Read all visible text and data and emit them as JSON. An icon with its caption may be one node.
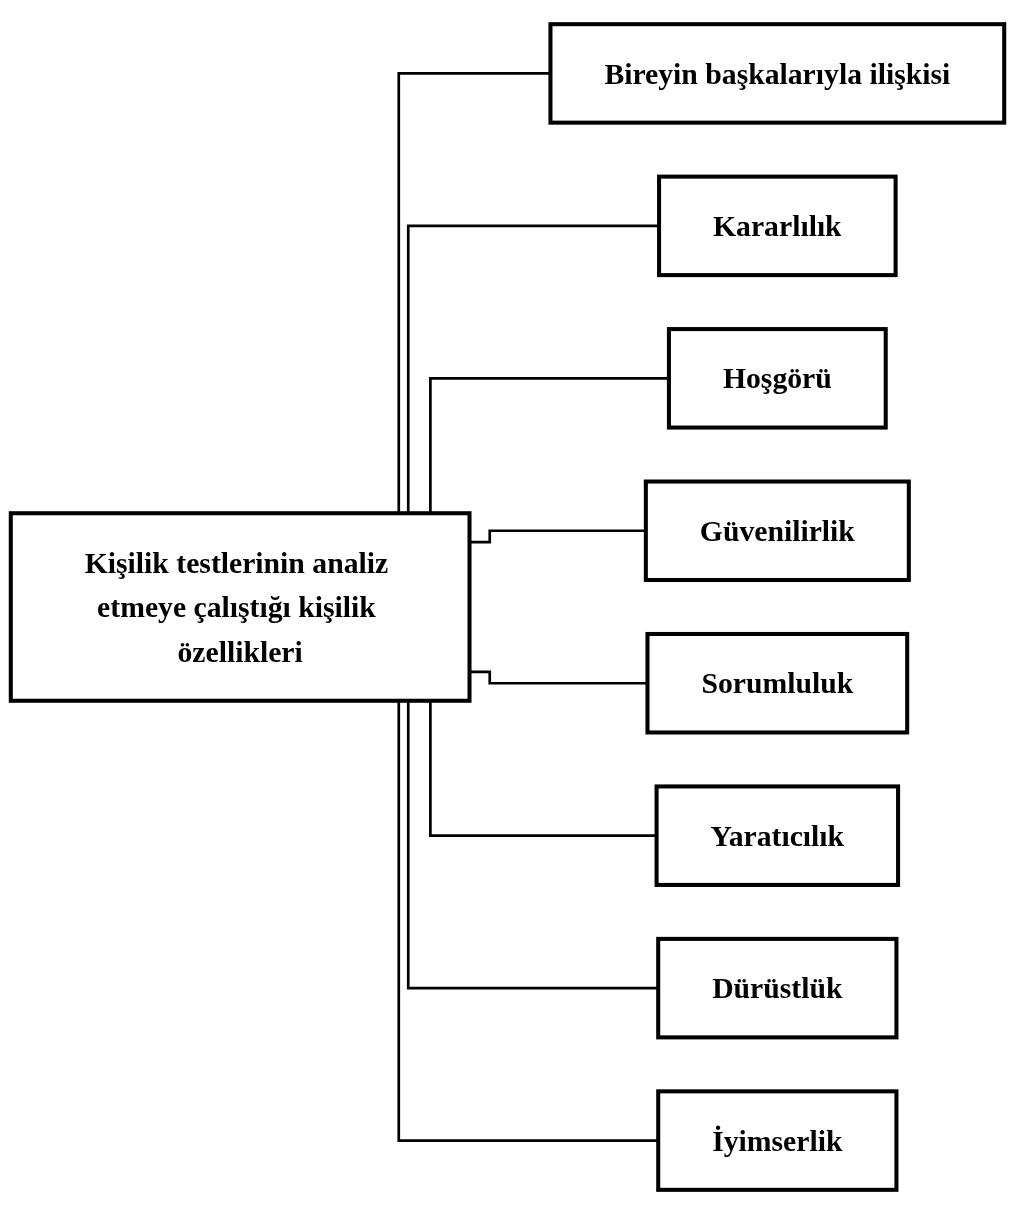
{
  "diagram": {
    "nodes": [
      {
        "text": [
          "Kişilik testlerinin analiz etmeye çalıştığı kişilik özellikleri"
        ]
      },
      {
        "text": [
          "Bireyin başkalarıyla ilişkisi"
        ]
      },
      {
        "text": [
          "Kararlılık"
        ]
      },
      {
        "text": [
          "Hoşgörü"
        ]
      },
      {
        "text": [
          "Güvenilirlik"
        ]
      },
      {
        "text": [
          "Sorumluluk"
        ]
      },
      {
        "text": [
          "Yaratıcılık"
        ]
      },
      {
        "text": [
          "Dürüstlük"
        ]
      },
      {
        "text": [
          "İyimserlik"
        ]
      }
    ],
    "edges": [
      {
        "from": 0,
        "to": 1,
        "arrow": "none"
      },
      {
        "from": 0,
        "to": 2,
        "arrow": "none"
      },
      {
        "from": 0,
        "to": 3,
        "arrow": "none"
      },
      {
        "from": 0,
        "to": 4,
        "arrow": "none"
      },
      {
        "from": 0,
        "to": 5,
        "arrow": "none"
      },
      {
        "from": 0,
        "to": 6,
        "arrow": "none"
      },
      {
        "from": 0,
        "to": 7,
        "arrow": "none"
      },
      {
        "from": 0,
        "to": 8,
        "arrow": "none"
      }
    ]
  }
}
